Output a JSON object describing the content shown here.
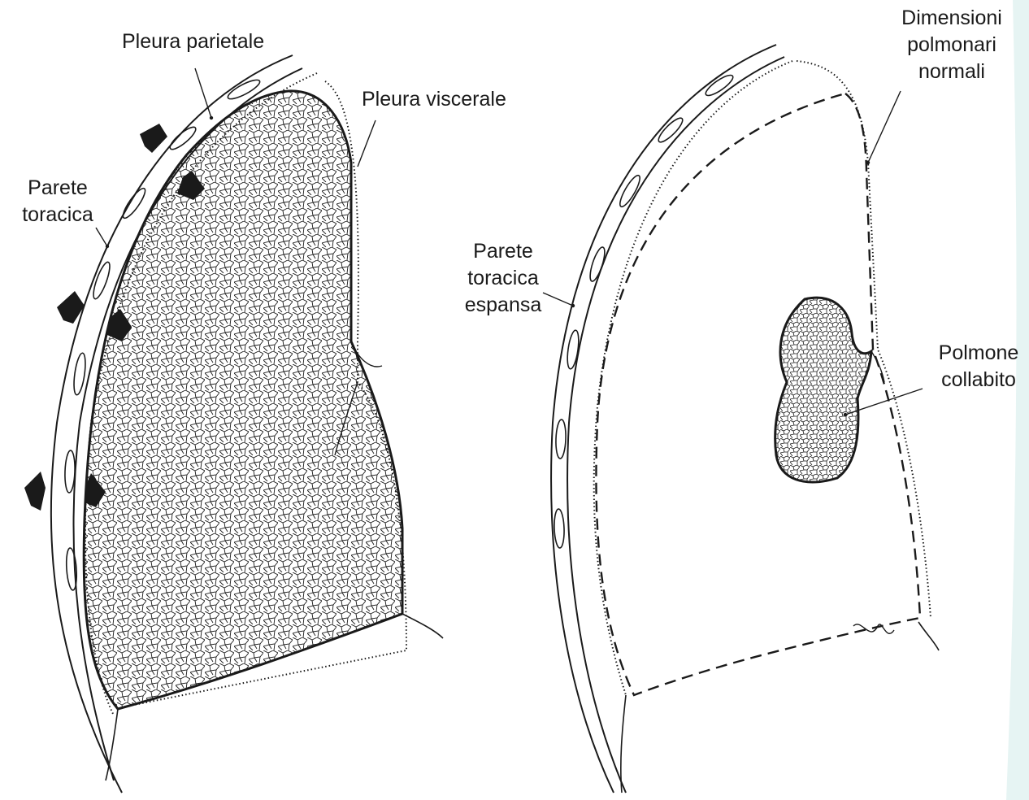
{
  "left_panel": {
    "labels": {
      "pleura_parietale": "Pleura parietale",
      "pleura_viscerale": "Pleura viscerale",
      "parete_toracica": [
        "Parete",
        "toracica"
      ]
    }
  },
  "right_panel": {
    "labels": {
      "dimensioni": [
        "Dimensioni",
        "polmonari",
        "normali"
      ],
      "parete_espansa": [
        "Parete",
        "toracica",
        "espansa"
      ],
      "polmone_collabito": [
        "Polmone",
        "collabito"
      ]
    }
  },
  "colors": {
    "ink": "#1a1a1a",
    "background": "#ffffff",
    "accent_edge": "#dcefee"
  }
}
